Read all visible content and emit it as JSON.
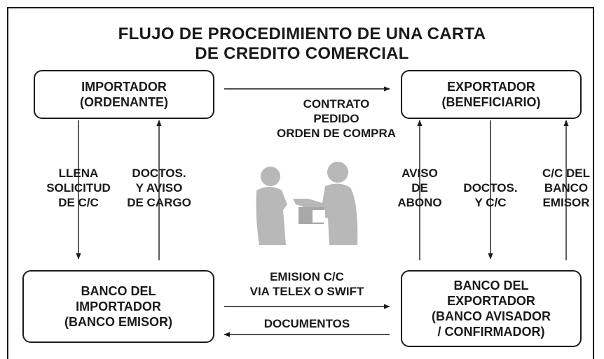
{
  "title": {
    "line1": "FLUJO DE PROCEDIMIENTO DE UNA CARTA",
    "line2": "DE CREDITO COMERCIAL"
  },
  "boxes": {
    "importador": [
      "IMPORTADOR",
      "(ORDENANTE)"
    ],
    "exportador": [
      "EXPORTADOR",
      "(BENEFICIARIO)"
    ],
    "banco_importador": [
      "BANCO DEL",
      "IMPORTADOR",
      "(BANCO EMISOR)"
    ],
    "banco_exportador": [
      "BANCO DEL",
      "EXPORTADOR",
      "(BANCO AVISADOR",
      "/ CONFIRMADOR)"
    ]
  },
  "labels": {
    "contrato": [
      "CONTRATO",
      "PEDIDO",
      "ORDEN DE COMPRA"
    ],
    "llena_solicitud": [
      "LLENA",
      "SOLICITUD",
      "DE C/C"
    ],
    "doctos_aviso_cargo": [
      "DOCTOS.",
      "Y AVISO",
      "DE CARGO"
    ],
    "aviso_abono": [
      "AVISO",
      "DE",
      "ABONO"
    ],
    "doctos_cc": [
      "DOCTOS.",
      "Y C/C"
    ],
    "cc_banco_emisor": [
      "C/C DEL",
      "BANCO",
      "EMISOR"
    ],
    "emision": [
      "EMISION C/C",
      "VIA TELEX O SWIFT"
    ],
    "documentos": [
      "DOCUMENTOS"
    ]
  },
  "colors": {
    "line": "#1a1a1a",
    "figure": "#b8b8b8"
  }
}
